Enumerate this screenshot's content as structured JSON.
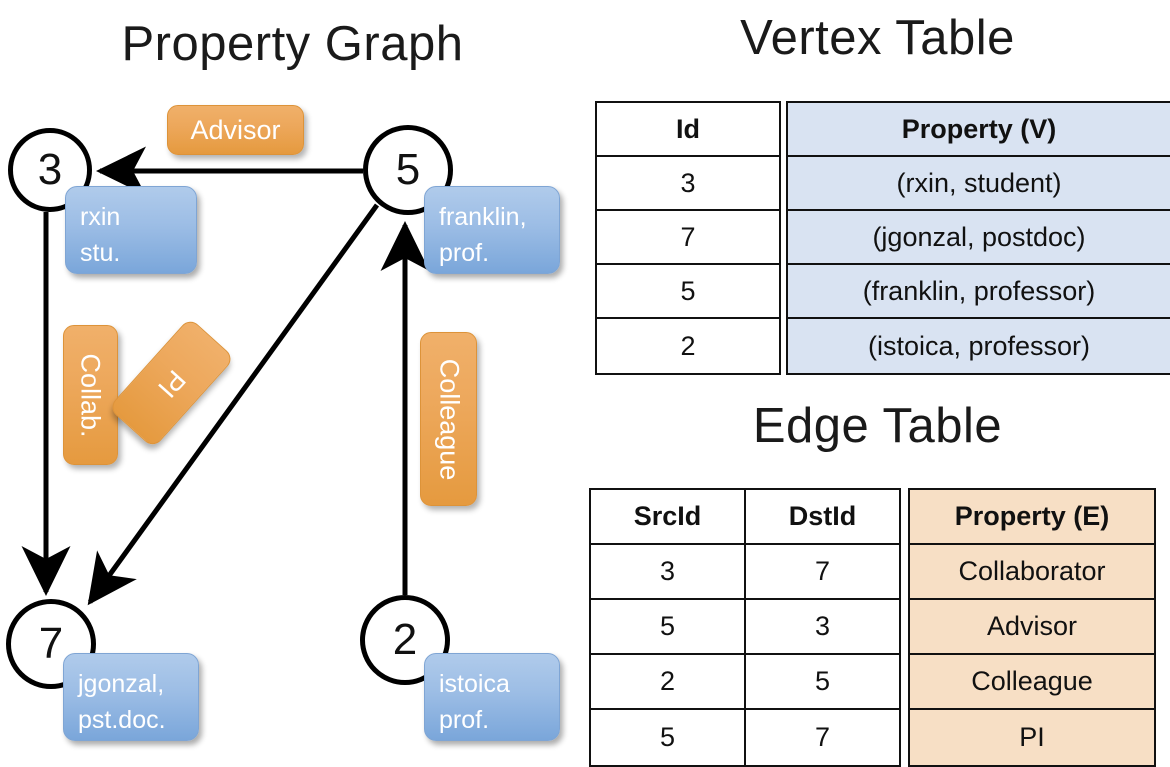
{
  "titles": {
    "property_graph": "Property Graph",
    "vertex_table": "Vertex Table",
    "edge_table": "Edge Table"
  },
  "graph": {
    "nodes": [
      {
        "id": "3",
        "property_line1": "rxin",
        "property_line2": "stu."
      },
      {
        "id": "5",
        "property_line1": "franklin,",
        "property_line2": "prof."
      },
      {
        "id": "7",
        "property_line1": "jgonzal,",
        "property_line2": "pst.doc."
      },
      {
        "id": "2",
        "property_line1": "istoica",
        "property_line2": "prof."
      }
    ],
    "edge_labels": {
      "advisor": "Advisor",
      "collab": "Collab.",
      "pi": "PI",
      "colleague": "Colleague"
    },
    "edges": [
      {
        "from": "5",
        "to": "3",
        "label": "Advisor"
      },
      {
        "from": "3",
        "to": "7",
        "label": "Collab."
      },
      {
        "from": "5",
        "to": "7",
        "label": "PI"
      },
      {
        "from": "2",
        "to": "5",
        "label": "Colleague"
      }
    ]
  },
  "vertex_table": {
    "headers": [
      "Id",
      "Property (V)"
    ],
    "rows": [
      {
        "id": "3",
        "property": "(rxin, student)"
      },
      {
        "id": "7",
        "property": "(jgonzal, postdoc)"
      },
      {
        "id": "5",
        "property": "(franklin, professor)"
      },
      {
        "id": "2",
        "property": "(istoica, professor)"
      }
    ]
  },
  "edge_table": {
    "headers": [
      "SrcId",
      "DstId",
      "Property (E)"
    ],
    "rows": [
      {
        "src": "3",
        "dst": "7",
        "property": "Collaborator"
      },
      {
        "src": "5",
        "dst": "3",
        "property": "Advisor"
      },
      {
        "src": "2",
        "dst": "5",
        "property": "Colleague"
      },
      {
        "src": "5",
        "dst": "7",
        "property": "PI"
      }
    ]
  },
  "colors": {
    "vertex_property_fill": "#d9e3f2",
    "edge_property_fill": "#f7dfc5",
    "node_box_blue": "#9cbde5",
    "edge_label_orange": "#eda85c",
    "stroke": "#111111",
    "background": "#ffffff"
  }
}
